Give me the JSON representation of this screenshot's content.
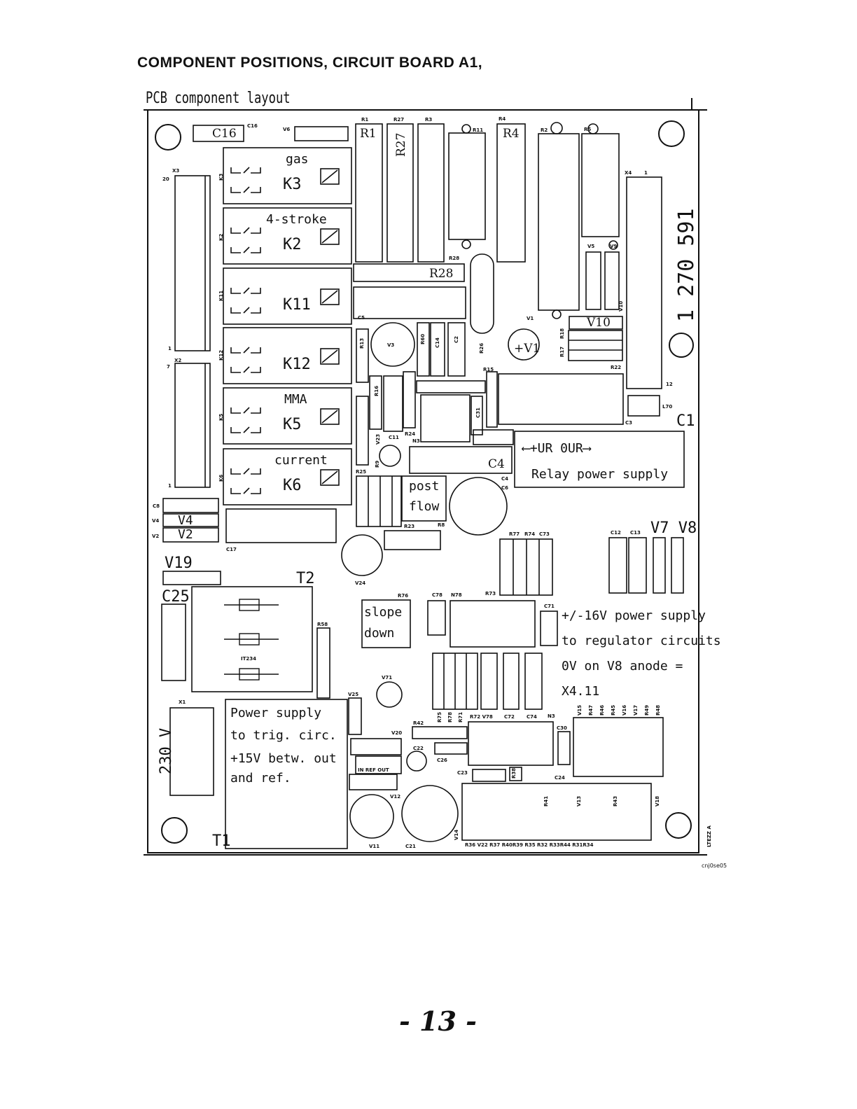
{
  "heading": "COMPONENT POSITIONS, CIRCUIT BOARD A1,",
  "layout_label": "PCB component layout",
  "relays": [
    {
      "label": "gas",
      "ref": "K3",
      "code": "K3"
    },
    {
      "label": "4-stroke",
      "ref": "K2",
      "code": "K2"
    },
    {
      "label": "",
      "ref": "K11",
      "code": "K11"
    },
    {
      "label": "",
      "ref": "K12",
      "code": "K12"
    },
    {
      "label": "MMA",
      "ref": "K5",
      "code": "K5"
    },
    {
      "label": "current",
      "ref": "K6",
      "code": "K6"
    }
  ],
  "components": {
    "c16": "C16",
    "c16_small": "C16",
    "v6": "V6",
    "r1": "R1",
    "r1_small": "R1",
    "r27": "R27",
    "r27_small": "R27",
    "r3": "R3",
    "r11": "R11",
    "r4": "R4",
    "r4_small": "R4",
    "r2": "R2",
    "r5": "R5",
    "x3": "X3",
    "x3_pin": "20",
    "x3_pin1": "1",
    "x2": "X2",
    "x2_pin": "7",
    "x2_pin1": "1",
    "x4": "X4",
    "x4_pin1": "1",
    "x4_pin12": "12",
    "r28": "R28",
    "r28_small": "R28",
    "v5": "V5",
    "v9": "V9",
    "v10": "V10",
    "v10_small": "V10",
    "v1": "+V1",
    "v1_small": "V1",
    "v3": "V3",
    "c5": "C5",
    "r13": "R13",
    "r60": "R60",
    "c14": "C14",
    "c2": "C2",
    "r26": "R26",
    "r15": "R15",
    "r16": "R16",
    "r17": "R17",
    "r18": "R18",
    "r22": "R22",
    "c1": "C1",
    "l70": "L70",
    "c3": "C3",
    "c11": "C11",
    "r24": "R24",
    "n3": "N3",
    "v23": "V23",
    "r9": "R9",
    "c31": "C31",
    "c4": "C4",
    "c4_small": "C4",
    "c6": "C6",
    "r25": "R25",
    "c8": "C8",
    "v4": "V4",
    "v4_small": "V4",
    "v2": "V2",
    "v2_small": "V2",
    "c17": "C17",
    "post_flow_1": "post",
    "post_flow_2": "flow",
    "r23": "R23",
    "r8": "R8",
    "r77": "R77",
    "r74": "R74",
    "c73": "C73",
    "c12": "C12",
    "c13": "C13",
    "v7v8": "V7 V8",
    "v19": "V19",
    "t2": "T2",
    "c25": "C25",
    "it234": "IT234",
    "r58": "R58",
    "v24": "V24",
    "r76": "R76",
    "c78": "C78",
    "n78": "N78",
    "r73": "R73",
    "c71": "C71",
    "slope_1": "slope",
    "slope_2": "down",
    "v71": "V71",
    "x1": "X1",
    "mains": "230 V",
    "v25": "V25",
    "v20": "V20",
    "c22": "C22",
    "c26": "C26",
    "r42": "R42",
    "r75": "R75",
    "r78": "R78",
    "r71": "R71",
    "r72_v78": "R72 V78",
    "c72": "C72",
    "c74": "C74",
    "n3b": "N3",
    "c30": "C30",
    "c23": "C23",
    "r38": "R38",
    "c24": "C24",
    "v12": "V12",
    "v11": "V11",
    "c21": "C21",
    "v14": "V14",
    "t1": "T1",
    "r41": "R41",
    "v13": "V13",
    "r43": "R43",
    "v18": "V18",
    "v15": "V15",
    "r47": "R47",
    "r46": "R46",
    "r45": "R45",
    "v16": "V16",
    "v17": "V17",
    "r49": "R49",
    "r48": "R48",
    "bottom_refs": "R36 V22 R37  R40R39  R35 R32  R33R44  R31R34",
    "ltezz": "LTEZZ A",
    "terminal_io": "IN REF OUT"
  },
  "part_number": "1 270 591",
  "relay_supply": {
    "arrow": "⟵+UR     0UR⟶",
    "text": "Relay power supply"
  },
  "supply_16v": [
    "+/-16V power supply",
    "to regulator circuits",
    "0V on V8 anode =",
    "X4.11"
  ],
  "trig_supply": [
    "Power supply",
    "to trig. circ.",
    "+15V betw. out",
    "and ref."
  ],
  "stamp": "cnj0se05",
  "page_number": "- 13 -"
}
